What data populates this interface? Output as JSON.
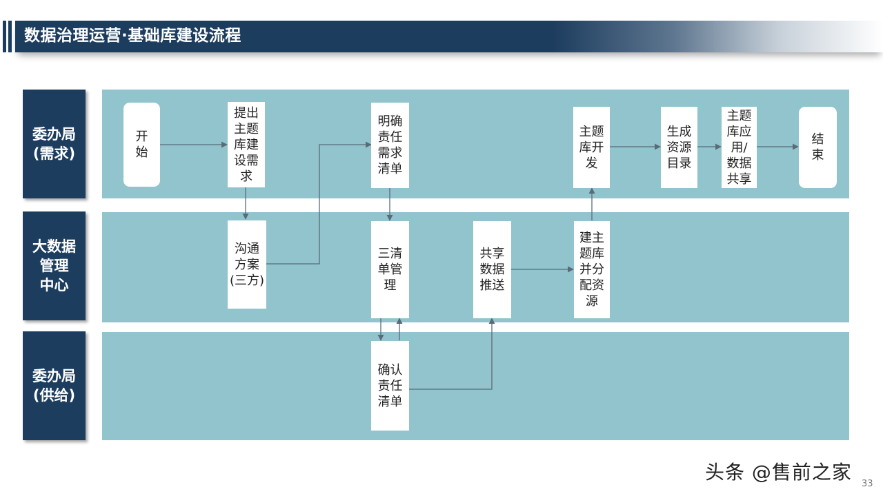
{
  "title": "数据治理运营·基础库建设流程",
  "lanes": [
    {
      "label": "委办局\n(需求)"
    },
    {
      "label": "大数据\n管理\n中心"
    },
    {
      "label": "委办局\n(供给)"
    }
  ],
  "nodes": {
    "start": "开\n始",
    "propose_topic": "提出\n主题\n库建\n设需\n求",
    "clarify_list": "明确\n责任\n需求\n清单",
    "topic_dev": "主题\n库开\n发",
    "gen_catalog": "生成\n资源\n目录",
    "topic_apply": "主题\n库应\n用/\n数据\n共享",
    "end": "结\n束",
    "communicate": "沟通\n方案\n(三方)",
    "three_list": "三清\n单管\n理",
    "share_push": "共享\n数据\n推送",
    "build_topic": "建主\n题库\n并分\n配资\n源",
    "confirm_list": "确认\n责任\n清单"
  },
  "colors": {
    "title_bar": "#1d3d5f",
    "lane_label_bg": "#1d3d5f",
    "lane_bg": "#91c4cd",
    "node_bg": "#ffffff",
    "arrow": "#5a6b78"
  },
  "watermark": "头条 @售前之家",
  "page_number": "33"
}
